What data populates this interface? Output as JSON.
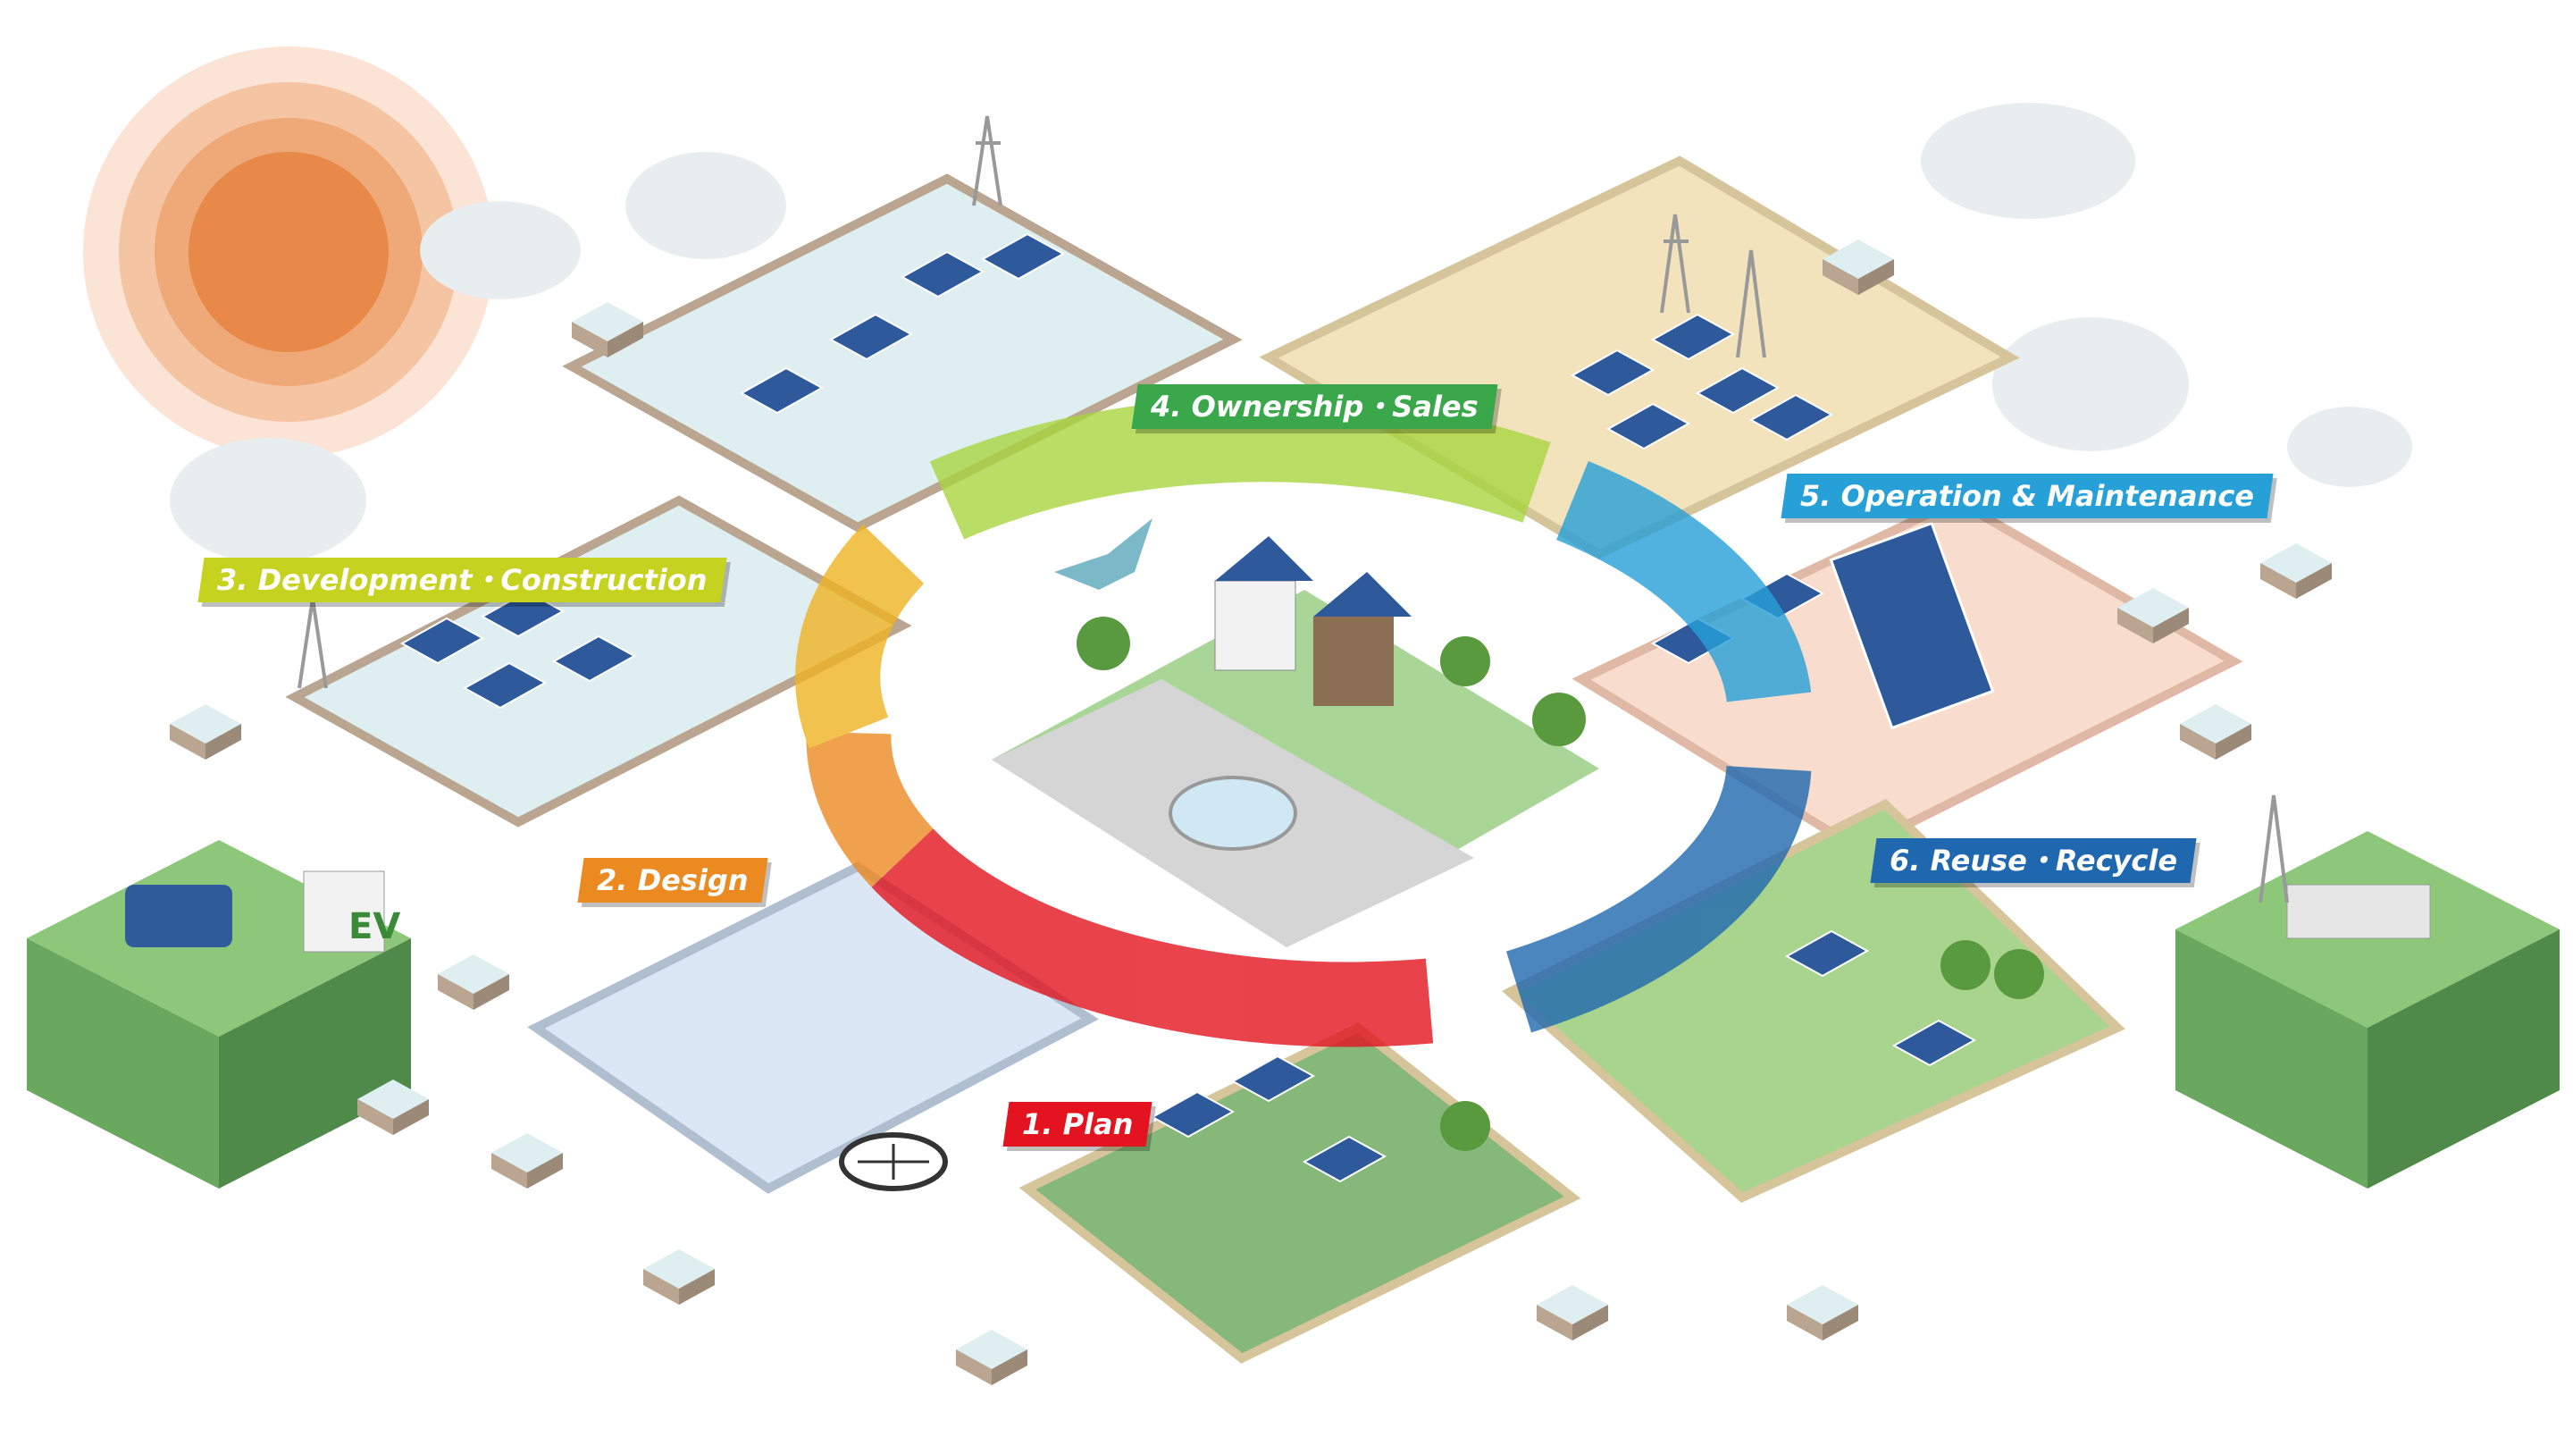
{
  "title": "Solar power plant lifecycle",
  "stages": [
    {
      "label": "1. Plan",
      "color": "#e3141f"
    },
    {
      "label": "2. Design",
      "color": "#ec8a22"
    },
    {
      "label": "3. Development・Construction",
      "color": "#c5d21f"
    },
    {
      "label": "4. Ownership・Sales",
      "color": "#3aa84a"
    },
    {
      "label": "5. Operation & Maintenance",
      "color": "#27a0d8"
    },
    {
      "label": "6. Reuse・Recycle",
      "color": "#1f68b0"
    }
  ],
  "ev_sign": "EV",
  "colors": {
    "sun": "#e8894a",
    "grass": "#7fbf6a",
    "panel": "#2e5a9c",
    "tile": "#dfeef0"
  }
}
